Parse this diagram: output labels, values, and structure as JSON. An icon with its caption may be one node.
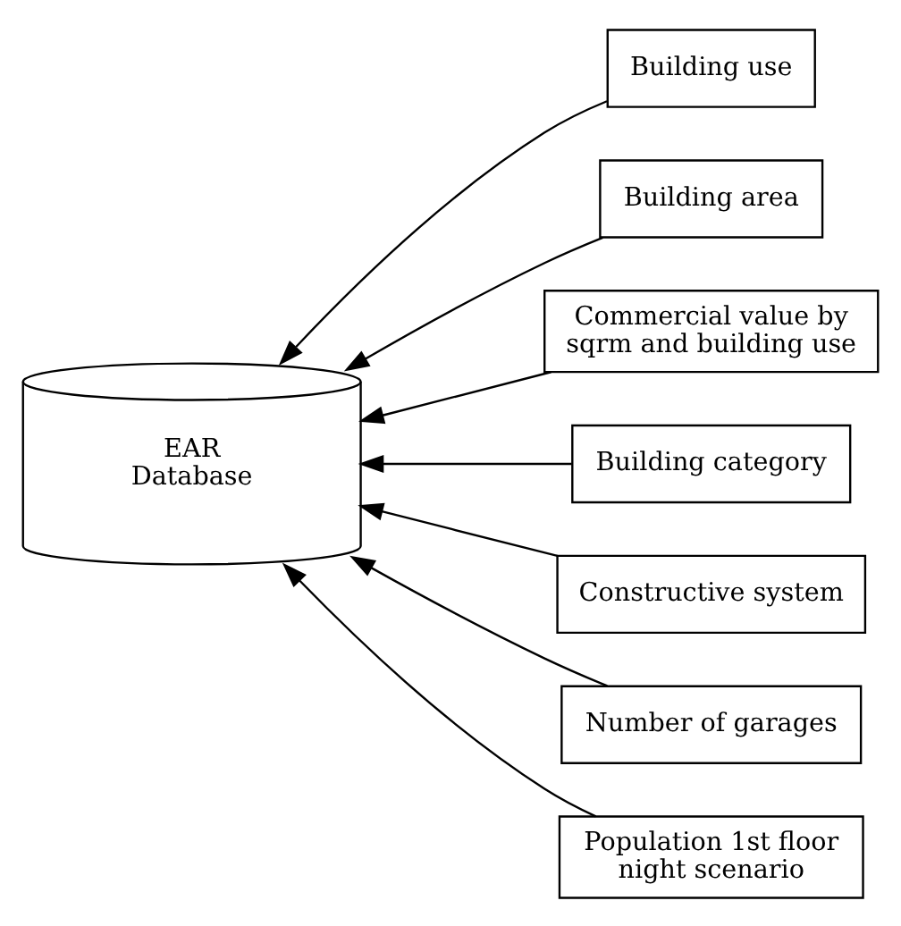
{
  "diagram": {
    "nodes": [
      {
        "text": [
          "EAR Database"
        ]
      },
      {
        "text": [
          "Building use"
        ]
      },
      {
        "text": [
          "Building area"
        ]
      },
      {
        "text": [
          "Commercial value by sqrm and building use"
        ]
      },
      {
        "text": [
          "Building category"
        ]
      },
      {
        "text": [
          "Constructive system"
        ]
      },
      {
        "text": [
          "Number of garages"
        ]
      },
      {
        "text": [
          "Population 1st floor night scenario"
        ]
      }
    ],
    "edges": [
      {
        "from": 1,
        "to": 0,
        "arrow": "to"
      },
      {
        "from": 2,
        "to": 0,
        "arrow": "to"
      },
      {
        "from": 3,
        "to": 0,
        "arrow": "to"
      },
      {
        "from": 4,
        "to": 0,
        "arrow": "to"
      },
      {
        "from": 5,
        "to": 0,
        "arrow": "to"
      },
      {
        "from": 6,
        "to": 0,
        "arrow": "to"
      },
      {
        "from": 7,
        "to": 0,
        "arrow": "to"
      }
    ]
  }
}
